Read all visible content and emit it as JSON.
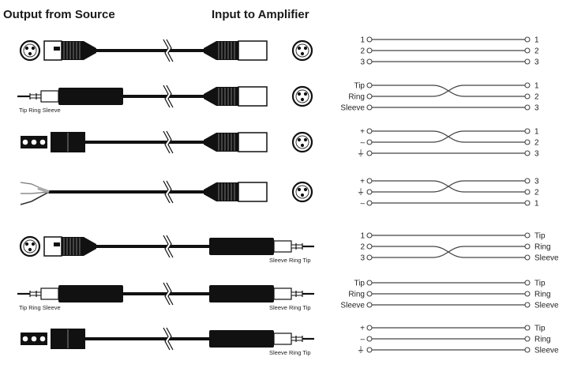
{
  "headers": {
    "source": "Output from Source",
    "amplifier": "Input to Amplifier"
  },
  "rows": [
    {
      "source": "xlr-female",
      "dest": "xlr-male",
      "source_label": "",
      "dest_label": "",
      "left_labels": [
        "1",
        "2",
        "3"
      ],
      "right_labels": [
        "1",
        "2",
        "3"
      ],
      "map": [
        0,
        1,
        2
      ]
    },
    {
      "source": "trs",
      "dest": "xlr-male",
      "source_label": "Tip Ring Sleeve",
      "dest_label": "",
      "left_labels": [
        "Tip",
        "Ring",
        "Sleeve"
      ],
      "right_labels": [
        "1",
        "2",
        "3"
      ],
      "map": [
        1,
        0,
        2
      ]
    },
    {
      "source": "euroblock",
      "dest": "xlr-male",
      "source_label": "",
      "dest_label": "",
      "left_labels": [
        "+",
        "–",
        "⏚"
      ],
      "right_labels": [
        "1",
        "2",
        "3"
      ],
      "map": [
        1,
        0,
        2
      ]
    },
    {
      "source": "bare-wire",
      "dest": "xlr-male",
      "source_label": "",
      "dest_label": "",
      "left_labels": [
        "+",
        "⏚",
        "–"
      ],
      "right_labels": [
        "3",
        "2",
        "1"
      ],
      "map": [
        1,
        0,
        2
      ]
    },
    {
      "source": "xlr-female",
      "dest": "trs",
      "source_label": "",
      "dest_label": "Sleeve Ring Tip",
      "left_labels": [
        "1",
        "2",
        "3"
      ],
      "right_labels": [
        "Tip",
        "Ring",
        "Sleeve"
      ],
      "map": [
        0,
        2,
        1
      ]
    },
    {
      "source": "trs",
      "dest": "trs",
      "source_label": "Tip Ring Sleeve",
      "dest_label": "Sleeve Ring Tip",
      "left_labels": [
        "Tip",
        "Ring",
        "Sleeve"
      ],
      "right_labels": [
        "Tip",
        "Ring",
        "Sleeve"
      ],
      "map": [
        0,
        1,
        2
      ]
    },
    {
      "source": "euroblock",
      "dest": "trs",
      "source_label": "",
      "dest_label": "Sleeve Ring Tip",
      "left_labels": [
        "+",
        "–",
        "⏚"
      ],
      "right_labels": [
        "Tip",
        "Ring",
        "Sleeve"
      ],
      "map": [
        0,
        1,
        2
      ]
    }
  ]
}
